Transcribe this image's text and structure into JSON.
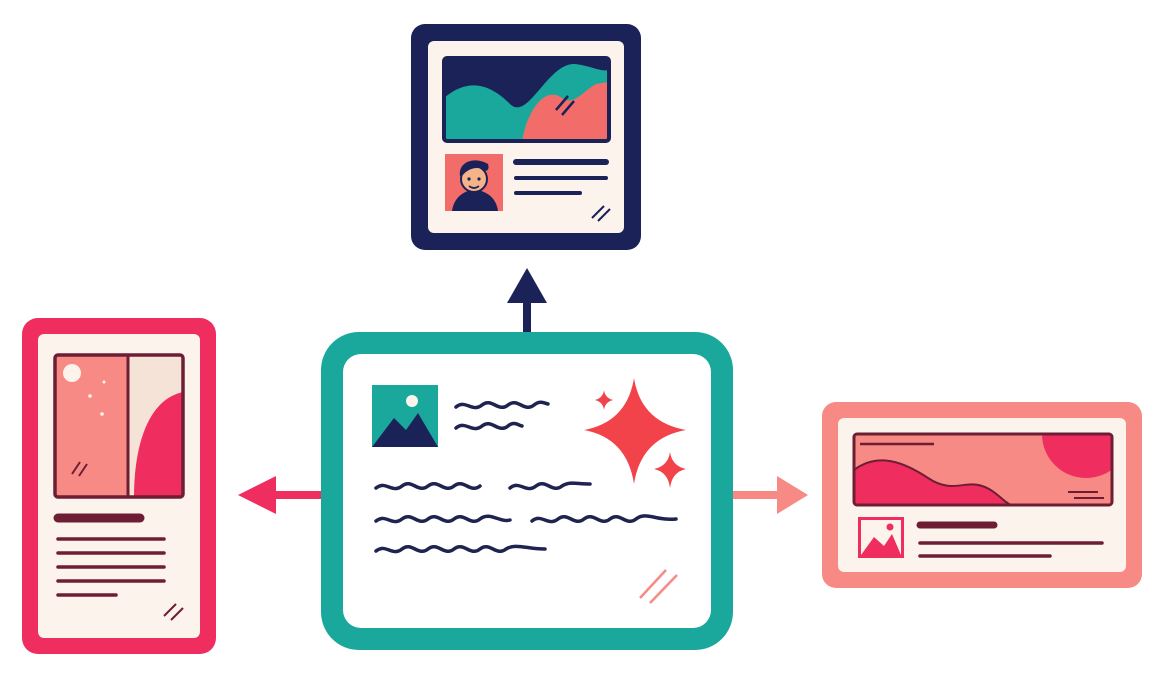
{
  "diagram": {
    "colors": {
      "navy": "#1b2257",
      "teal": "#1aa89c",
      "crimson": "#ef2d5e",
      "coral": "#f78a84",
      "salmon": "#f26d6a",
      "cream": "#fbf3ec",
      "ink": "#1f2350",
      "maroon": "#6e1e34",
      "sparkle": "#f2424a"
    },
    "nodes": [
      {
        "id": "source",
        "kind": "text-and-image-input",
        "icon": "image-icon",
        "accent": "sparkle-icon"
      },
      {
        "id": "desktop",
        "kind": "square-card-output",
        "icon": "profile-avatar-icon"
      },
      {
        "id": "mobile",
        "kind": "portrait-card-output",
        "icon": "abstract-art-icon"
      },
      {
        "id": "banner",
        "kind": "wide-banner-output",
        "icon": "image-icon"
      }
    ],
    "edges": [
      {
        "from": "source",
        "to": "desktop",
        "direction": "up"
      },
      {
        "from": "source",
        "to": "mobile",
        "direction": "left"
      },
      {
        "from": "source",
        "to": "banner",
        "direction": "right"
      }
    ]
  }
}
